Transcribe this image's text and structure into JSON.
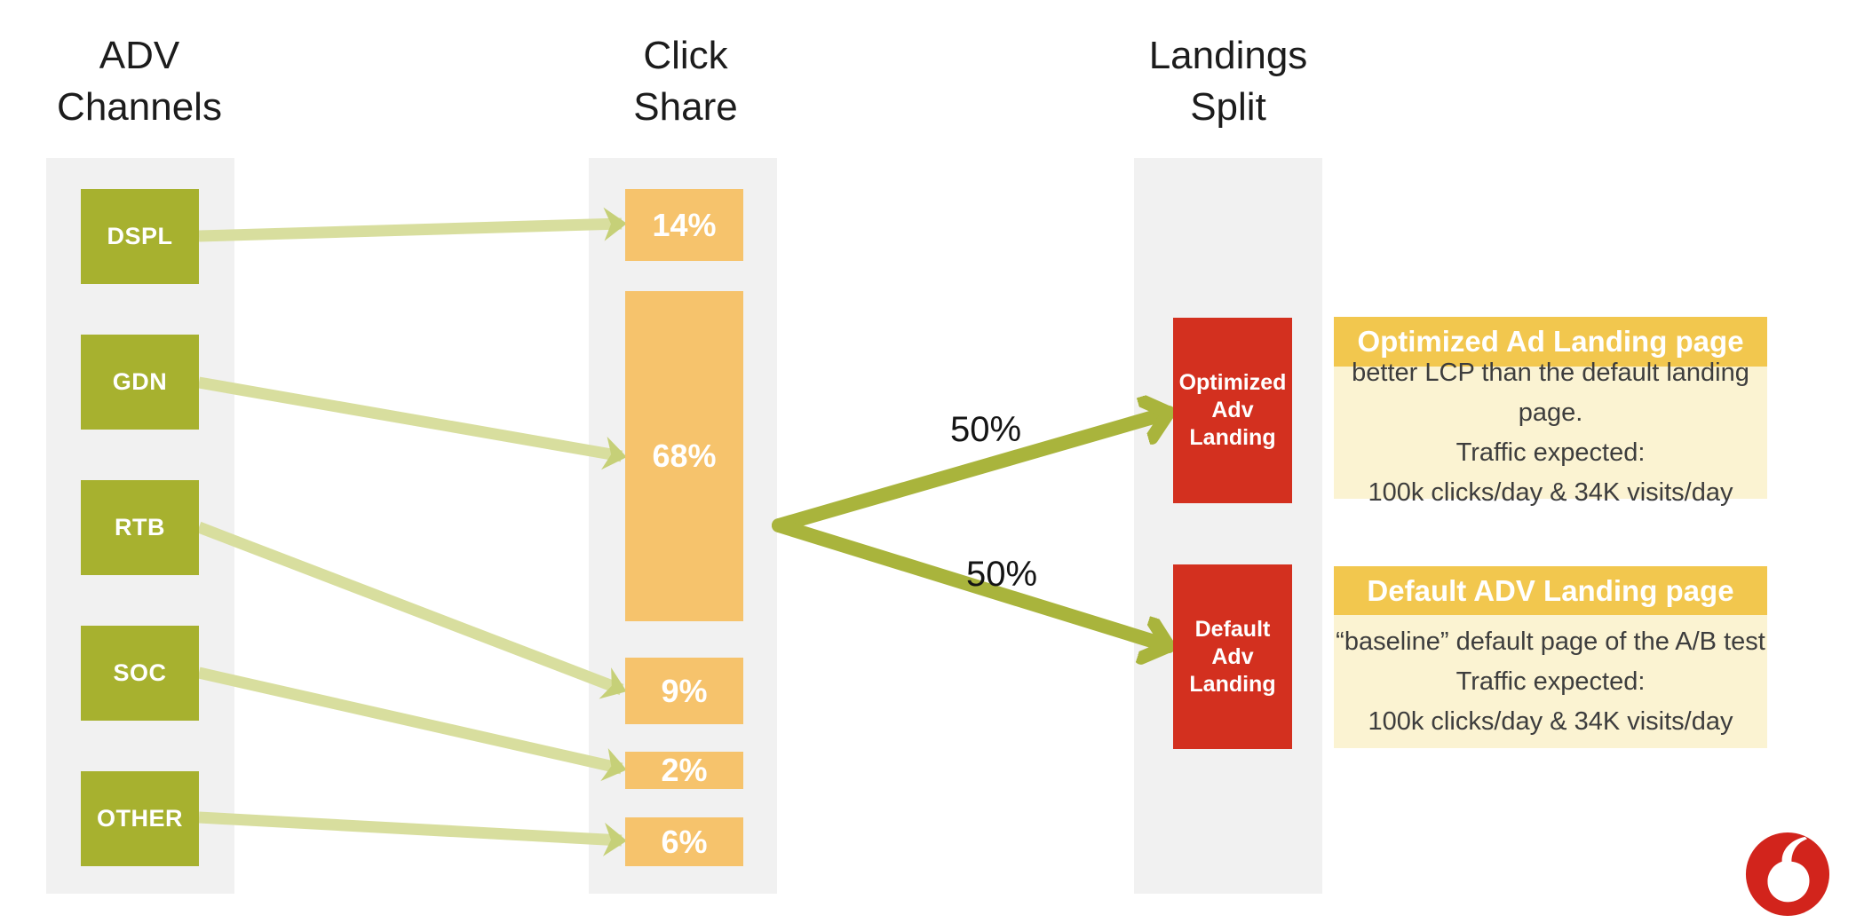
{
  "titles": {
    "adv": {
      "text": "ADV\nChannels"
    },
    "click": {
      "text": "Click\nShare"
    },
    "landings": {
      "text": "Landings\nSplit"
    }
  },
  "channels": [
    {
      "label": "DSPL"
    },
    {
      "label": "GDN"
    },
    {
      "label": "RTB"
    },
    {
      "label": "SOC"
    },
    {
      "label": "OTHER"
    }
  ],
  "click_share": [
    {
      "label": "14%"
    },
    {
      "label": "68%"
    },
    {
      "label": "9%"
    },
    {
      "label": "2%"
    },
    {
      "label": "6%"
    }
  ],
  "split": {
    "top_label": "50%",
    "bottom_label": "50%"
  },
  "landings": [
    {
      "label": "Optimized\nAdv\nLanding"
    },
    {
      "label": "Default\nAdv\nLanding"
    }
  ],
  "panels": [
    {
      "title": "Optimized Ad Landing page",
      "lines": [
        "better LCP than the default landing page.",
        "Traffic expected:",
        "100k clicks/day  & 34K visits/day"
      ]
    },
    {
      "title": "Default ADV Landing page",
      "lines": [
        "“baseline” default page of the A/B test",
        "Traffic expected:",
        "100k clicks/day  & 34K visits/day"
      ]
    }
  ],
  "icons": {
    "logo": "vodafone-logo"
  },
  "colors": {
    "channel_green": "#a7b12f",
    "arrow_light_shaft": "#d8de9e",
    "arrow_light_head": "#c6d078",
    "arrow_dark": "#a9b43c",
    "share_orange": "#f6c36c",
    "landing_red": "#d3301f",
    "panel_gold": "#f2c74e",
    "panel_cream": "#fbf3d2",
    "column_gray": "#f1f1f1",
    "logo_red": "#d2241c"
  }
}
